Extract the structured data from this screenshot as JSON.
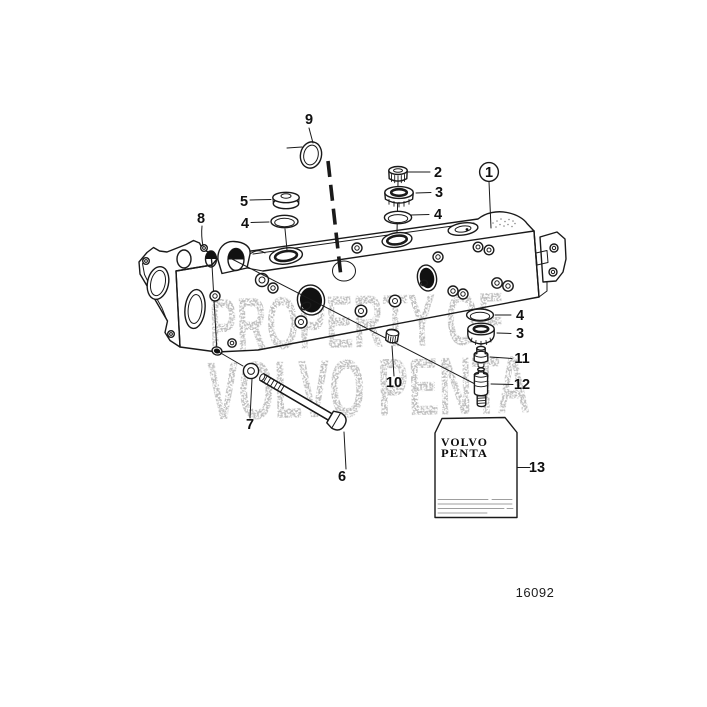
{
  "watermark": {
    "line1": "PROPERTY OF",
    "line2": "VOLVO PENTA"
  },
  "drawing_number": "16092",
  "decal_box": {
    "brand_line1": "VOLVO",
    "brand_line2": "PENTA"
  },
  "callouts": {
    "c1": "1",
    "c2": "2",
    "c3_top": "3",
    "c3_side": "3",
    "c4_left": "4",
    "c4_top": "4",
    "c4_side": "4",
    "c5": "5",
    "c6": "6",
    "c7": "7",
    "c8": "8",
    "c9": "9",
    "c10": "10",
    "c11": "11",
    "c12": "12",
    "c13": "13"
  },
  "colors": {
    "ink": "#1a1a1a",
    "watermark_gray": "#bdbdbd",
    "paper": "#ffffff"
  }
}
